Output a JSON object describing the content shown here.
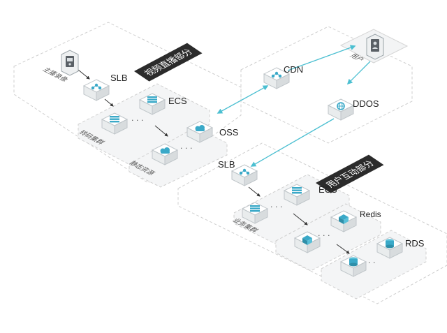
{
  "colors": {
    "accent": "#3aa9c8",
    "connector": "#4bbfd1",
    "zone_border": "#cfcfcf",
    "tag_bg": "#2b2b2b"
  },
  "sections": {
    "live": "视频直播部分",
    "user": "用户互动部分"
  },
  "nodes": {
    "anchor": "主播录像",
    "user": "用户",
    "slb_top": "SLB",
    "ecs_top": "ECS",
    "oss": "OSS",
    "cdn": "CDN",
    "ddos": "DDOS",
    "slb_bottom": "SLB",
    "ecs_bottom": "ECS",
    "redis": "Redis",
    "rds": "RDS"
  },
  "clusters": {
    "transcode": "转码集群",
    "static": "静态资源",
    "business": "业务集群"
  },
  "icons": {
    "anchor": "camera-device-icon",
    "user": "user-avatar-icon",
    "slb": "share-network-icon",
    "ecs": "server-list-icon",
    "oss": "cloud-storage-icon",
    "cdn": "share-network-icon",
    "ddos": "globe-shield-icon",
    "redis": "database-cube-icon",
    "rds": "database-cylinder-icon"
  }
}
